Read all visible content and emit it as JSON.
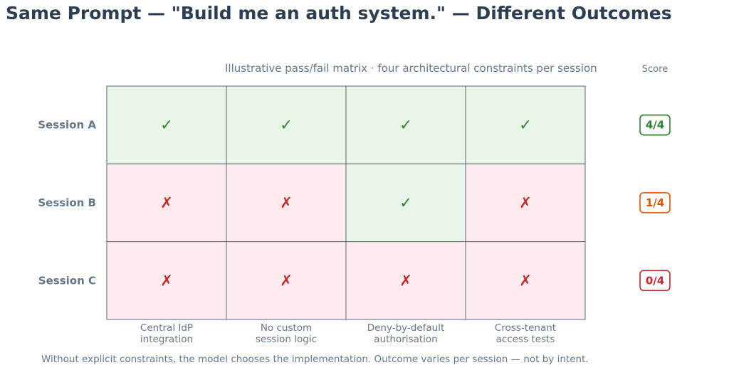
{
  "title": "Same Prompt — \"Build me an auth system.\" — Different Outcomes",
  "subtitle": "Illustrative pass/fail matrix · four architectural constraints per session",
  "score_header": "Score",
  "footnote": "Without explicit constraints, the model chooses the implementation. Outcome varies per session — not by intent.",
  "chart_data": {
    "type": "heatmap",
    "title": "Same Prompt — \"Build me an auth system.\" — Different Outcomes",
    "subtitle": "Illustrative pass/fail matrix · four architectural constraints per session",
    "rows": [
      "Session A",
      "Session B",
      "Session C"
    ],
    "columns": [
      [
        "Central IdP",
        "integration"
      ],
      [
        "No custom",
        "session logic"
      ],
      [
        "Deny-by-default",
        "authorisation"
      ],
      [
        "Cross-tenant",
        "access tests"
      ]
    ],
    "values": [
      [
        1,
        1,
        1,
        1
      ],
      [
        0,
        0,
        1,
        0
      ],
      [
        0,
        0,
        0,
        0
      ]
    ],
    "pass_symbol": "✓",
    "fail_symbol": "✗",
    "scores": [
      "4/4",
      "1/4",
      "0/4"
    ],
    "score_colors": [
      "#2e7d32",
      "#e65100",
      "#c62828"
    ],
    "colors": {
      "pass_fill": "#e8f5e9",
      "fail_fill": "#ffebee",
      "pass_mark": "#2e7d32",
      "fail_mark": "#c62828",
      "grid": "#5a6472",
      "label": "#667788"
    }
  }
}
